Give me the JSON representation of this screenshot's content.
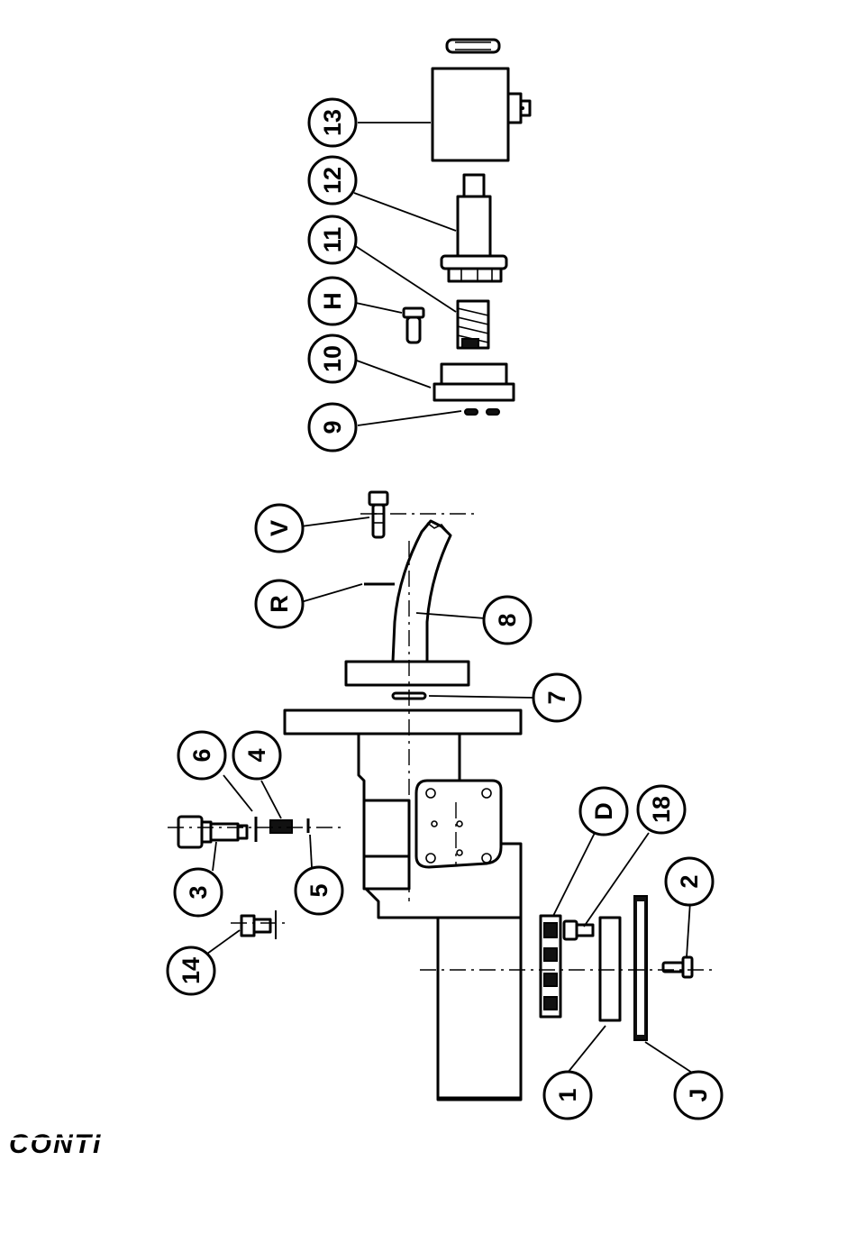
{
  "diagram": {
    "type": "exploded parts drawing",
    "orientation": "rotated 90 degrees counter-clockwise",
    "brand": "CONTI",
    "callouts": [
      {
        "id": "13",
        "label": "13"
      },
      {
        "id": "12",
        "label": "12"
      },
      {
        "id": "11",
        "label": "11"
      },
      {
        "id": "H",
        "label": "H"
      },
      {
        "id": "10",
        "label": "10"
      },
      {
        "id": "9",
        "label": "9"
      },
      {
        "id": "V",
        "label": "V"
      },
      {
        "id": "R",
        "label": "R"
      },
      {
        "id": "8",
        "label": "8"
      },
      {
        "id": "7",
        "label": "7"
      },
      {
        "id": "6",
        "label": "6"
      },
      {
        "id": "4",
        "label": "4"
      },
      {
        "id": "3",
        "label": "3"
      },
      {
        "id": "5",
        "label": "5"
      },
      {
        "id": "14",
        "label": "14"
      },
      {
        "id": "D",
        "label": "D"
      },
      {
        "id": "18",
        "label": "18"
      },
      {
        "id": "2",
        "label": "2"
      },
      {
        "id": "1",
        "label": "1"
      },
      {
        "id": "J",
        "label": "J"
      }
    ]
  }
}
